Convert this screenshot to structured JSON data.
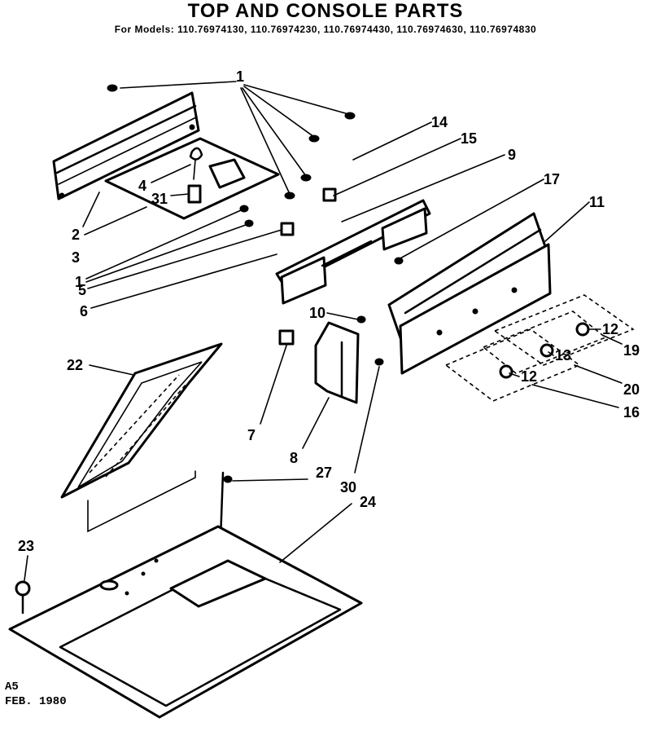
{
  "title": "TOP AND CONSOLE PARTS",
  "subtitle": "For Models: 110.76974130, 110.76974230, 110.76974430, 110.76974630, 110.76974830",
  "part_labels": [
    "1",
    "14",
    "15",
    "9",
    "17",
    "11",
    "2",
    "3",
    "4",
    "31",
    "1",
    "5",
    "6",
    "10",
    "12",
    "13",
    "12",
    "19",
    "20",
    "16",
    "22",
    "7",
    "8",
    "30",
    "27",
    "24",
    "23"
  ],
  "footer": {
    "line1": "A5",
    "line2": "FEB. 1980"
  }
}
